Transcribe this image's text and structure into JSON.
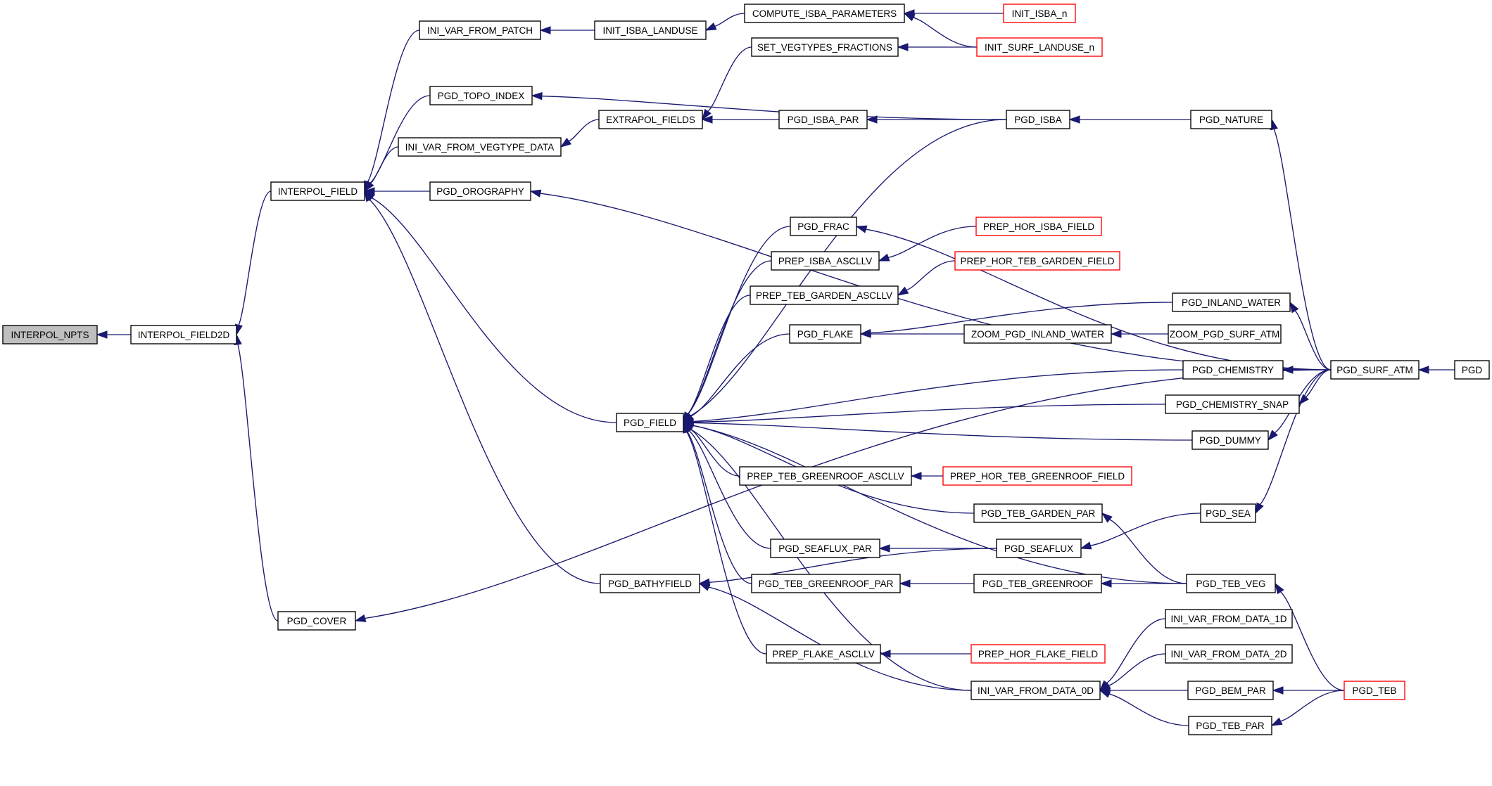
{
  "graph": {
    "root": "INTERPOL_NPTS",
    "nodes": [
      {
        "id": "n0",
        "label": "INTERPOL_NPTS",
        "kind": "root"
      },
      {
        "id": "n1",
        "label": "INTERPOL_FIELD2D"
      },
      {
        "id": "n2",
        "label": "INTERPOL_FIELD"
      },
      {
        "id": "n3",
        "label": "PGD_COVER"
      },
      {
        "id": "n4",
        "label": "INI_VAR_FROM_PATCH"
      },
      {
        "id": "n5",
        "label": "PGD_TOPO_INDEX"
      },
      {
        "id": "n6",
        "label": "INI_VAR_FROM_VEGTYPE_DATA"
      },
      {
        "id": "n7",
        "label": "PGD_OROGRAPHY"
      },
      {
        "id": "n8",
        "label": "PGD_FIELD"
      },
      {
        "id": "n9",
        "label": "PGD_BATHYFIELD"
      },
      {
        "id": "n10",
        "label": "INIT_ISBA_LANDUSE"
      },
      {
        "id": "n11",
        "label": "EXTRAPOL_FIELDS"
      },
      {
        "id": "n12",
        "label": "COMPUTE_ISBA_PARAMETERS"
      },
      {
        "id": "n13",
        "label": "SET_VEGTYPES_FRACTIONS"
      },
      {
        "id": "n14",
        "label": "PGD_ISBA_PAR"
      },
      {
        "id": "n15",
        "label": "PGD_FRAC"
      },
      {
        "id": "n16",
        "label": "PREP_ISBA_ASCLLV"
      },
      {
        "id": "n17",
        "label": "PREP_TEB_GARDEN_ASCLLV"
      },
      {
        "id": "n18",
        "label": "PGD_FLAKE"
      },
      {
        "id": "n19",
        "label": "PREP_TEB_GREENROOF_ASCLLV"
      },
      {
        "id": "n20",
        "label": "PGD_SEAFLUX_PAR"
      },
      {
        "id": "n21",
        "label": "PGD_TEB_GREENROOF_PAR"
      },
      {
        "id": "n22",
        "label": "PREP_FLAKE_ASCLLV"
      },
      {
        "id": "n23",
        "label": "INIT_ISBA_n",
        "kind": "red"
      },
      {
        "id": "n24",
        "label": "INIT_SURF_LANDUSE_n",
        "kind": "red"
      },
      {
        "id": "n25",
        "label": "PGD_ISBA"
      },
      {
        "id": "n26",
        "label": "PREP_HOR_ISBA_FIELD",
        "kind": "red"
      },
      {
        "id": "n27",
        "label": "PREP_HOR_TEB_GARDEN_FIELD",
        "kind": "red"
      },
      {
        "id": "n28",
        "label": "ZOOM_PGD_INLAND_WATER"
      },
      {
        "id": "n29",
        "label": "PREP_HOR_TEB_GREENROOF_FIELD",
        "kind": "red"
      },
      {
        "id": "n30",
        "label": "PGD_TEB_GARDEN_PAR"
      },
      {
        "id": "n31",
        "label": "PGD_SEAFLUX"
      },
      {
        "id": "n32",
        "label": "PGD_TEB_GREENROOF"
      },
      {
        "id": "n33",
        "label": "PREP_HOR_FLAKE_FIELD",
        "kind": "red"
      },
      {
        "id": "n34",
        "label": "INI_VAR_FROM_DATA_0D"
      },
      {
        "id": "n35",
        "label": "PGD_NATURE"
      },
      {
        "id": "n36",
        "label": "PGD_INLAND_WATER"
      },
      {
        "id": "n37",
        "label": "ZOOM_PGD_SURF_ATM"
      },
      {
        "id": "n38",
        "label": "PGD_CHEMISTRY"
      },
      {
        "id": "n39",
        "label": "PGD_CHEMISTRY_SNAP"
      },
      {
        "id": "n40",
        "label": "PGD_DUMMY"
      },
      {
        "id": "n41",
        "label": "PGD_SEA"
      },
      {
        "id": "n42",
        "label": "PGD_TEB_VEG"
      },
      {
        "id": "n43",
        "label": "INI_VAR_FROM_DATA_1D"
      },
      {
        "id": "n44",
        "label": "INI_VAR_FROM_DATA_2D"
      },
      {
        "id": "n45",
        "label": "PGD_BEM_PAR"
      },
      {
        "id": "n46",
        "label": "PGD_TEB_PAR"
      },
      {
        "id": "n47",
        "label": "PGD_SURF_ATM"
      },
      {
        "id": "n48",
        "label": "PGD_TEB",
        "kind": "red"
      },
      {
        "id": "n49",
        "label": "PGD"
      }
    ],
    "edges": [
      [
        "n1",
        "n0"
      ],
      [
        "n2",
        "n1"
      ],
      [
        "n3",
        "n1"
      ],
      [
        "n4",
        "n2"
      ],
      [
        "n5",
        "n2"
      ],
      [
        "n6",
        "n2"
      ],
      [
        "n7",
        "n2"
      ],
      [
        "n8",
        "n2"
      ],
      [
        "n9",
        "n2"
      ],
      [
        "n10",
        "n4"
      ],
      [
        "n12",
        "n10"
      ],
      [
        "n11",
        "n6"
      ],
      [
        "n13",
        "n11"
      ],
      [
        "n14",
        "n11"
      ],
      [
        "n23",
        "n12"
      ],
      [
        "n24",
        "n12"
      ],
      [
        "n24",
        "n13"
      ],
      [
        "n25",
        "n14"
      ],
      [
        "n25",
        "n5"
      ],
      [
        "n25",
        "n8"
      ],
      [
        "n35",
        "n25"
      ],
      [
        "n47",
        "n35"
      ],
      [
        "n47",
        "n7"
      ],
      [
        "n47",
        "n15"
      ],
      [
        "n47",
        "n3"
      ],
      [
        "n49",
        "n47"
      ],
      [
        "n15",
        "n8"
      ],
      [
        "n16",
        "n8"
      ],
      [
        "n17",
        "n8"
      ],
      [
        "n18",
        "n8"
      ],
      [
        "n19",
        "n8"
      ],
      [
        "n20",
        "n8"
      ],
      [
        "n21",
        "n8"
      ],
      [
        "n22",
        "n8"
      ],
      [
        "n34",
        "n8"
      ],
      [
        "n38",
        "n8"
      ],
      [
        "n39",
        "n8"
      ],
      [
        "n40",
        "n8"
      ],
      [
        "n30",
        "n8"
      ],
      [
        "n42",
        "n8"
      ],
      [
        "n26",
        "n16"
      ],
      [
        "n27",
        "n17"
      ],
      [
        "n28",
        "n18"
      ],
      [
        "n36",
        "n18"
      ],
      [
        "n37",
        "n28"
      ],
      [
        "n29",
        "n19"
      ],
      [
        "n31",
        "n20"
      ],
      [
        "n32",
        "n21"
      ],
      [
        "n33",
        "n22"
      ],
      [
        "n31",
        "n9"
      ],
      [
        "n34",
        "n9"
      ],
      [
        "n47",
        "n36"
      ],
      [
        "n47",
        "n38"
      ],
      [
        "n47",
        "n39"
      ],
      [
        "n47",
        "n40"
      ],
      [
        "n47",
        "n41"
      ],
      [
        "n41",
        "n31"
      ],
      [
        "n42",
        "n30"
      ],
      [
        "n42",
        "n32"
      ],
      [
        "n48",
        "n42"
      ],
      [
        "n43",
        "n34"
      ],
      [
        "n44",
        "n34"
      ],
      [
        "n45",
        "n34"
      ],
      [
        "n46",
        "n34"
      ],
      [
        "n48",
        "n45"
      ],
      [
        "n48",
        "n46"
      ]
    ]
  }
}
